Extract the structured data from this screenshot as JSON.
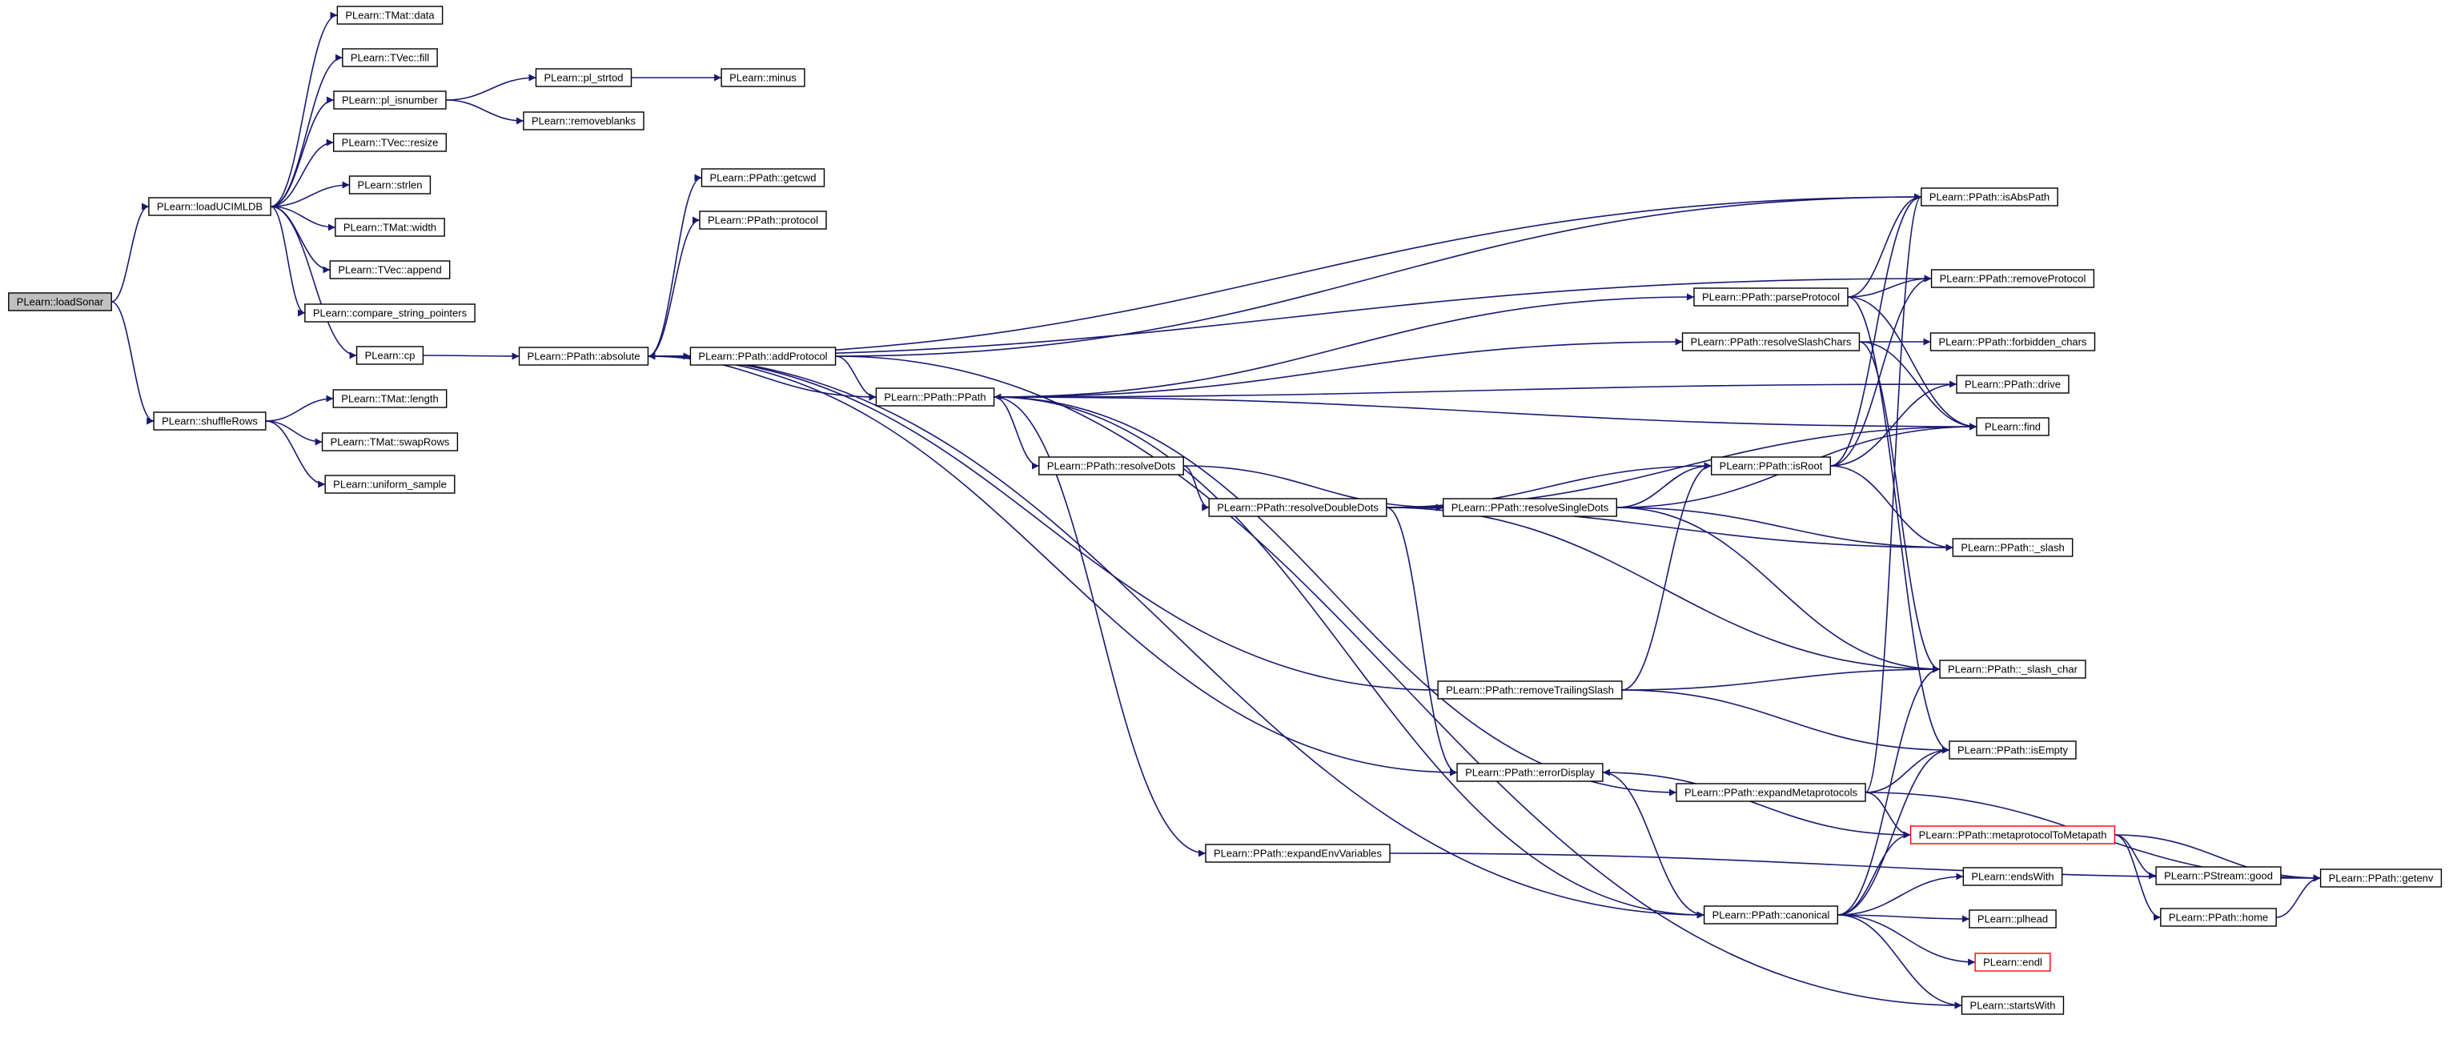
{
  "graph": {
    "colors": {
      "edge": "#191970",
      "node_border": "#000000",
      "root_fill": "#bfbfbf",
      "truncated_border": "#ff0000"
    },
    "nodes": [
      {
        "id": "loadSonar",
        "label": "PLearn::loadSonar",
        "root": true
      },
      {
        "id": "loadUCIMLDB",
        "label": "PLearn::loadUCIMLDB"
      },
      {
        "id": "shuffleRows",
        "label": "PLearn::shuffleRows"
      },
      {
        "id": "TMat_data",
        "label": "PLearn::TMat::data"
      },
      {
        "id": "TVec_fill",
        "label": "PLearn::TVec::fill"
      },
      {
        "id": "pl_isnumber",
        "label": "PLearn::pl_isnumber"
      },
      {
        "id": "TVec_resize",
        "label": "PLearn::TVec::resize"
      },
      {
        "id": "strlen",
        "label": "PLearn::strlen"
      },
      {
        "id": "TMat_width",
        "label": "PLearn::TMat::width"
      },
      {
        "id": "TVec_append",
        "label": "PLearn::TVec::append"
      },
      {
        "id": "compare_string_pointers",
        "label": "PLearn::compare_string_pointers"
      },
      {
        "id": "cp",
        "label": "PLearn::cp"
      },
      {
        "id": "TMat_length",
        "label": "PLearn::TMat::length"
      },
      {
        "id": "TMat_swapRows",
        "label": "PLearn::TMat::swapRows"
      },
      {
        "id": "uniform_sample",
        "label": "PLearn::uniform_sample"
      },
      {
        "id": "pl_strtod",
        "label": "PLearn::pl_strtod"
      },
      {
        "id": "removeblanks",
        "label": "PLearn::removeblanks"
      },
      {
        "id": "minus",
        "label": "PLearn::minus"
      },
      {
        "id": "absolute",
        "label": "PLearn::PPath::absolute"
      },
      {
        "id": "getcwd",
        "label": "PLearn::PPath::getcwd"
      },
      {
        "id": "protocol",
        "label": "PLearn::PPath::protocol"
      },
      {
        "id": "addProtocol",
        "label": "PLearn::PPath::addProtocol"
      },
      {
        "id": "PPath",
        "label": "PLearn::PPath::PPath"
      },
      {
        "id": "resolveDots",
        "label": "PLearn::PPath::resolveDots"
      },
      {
        "id": "resolveDoubleDots",
        "label": "PLearn::PPath::resolveDoubleDots"
      },
      {
        "id": "resolveSingleDots",
        "label": "PLearn::PPath::resolveSingleDots"
      },
      {
        "id": "removeTrailingSlash",
        "label": "PLearn::PPath::removeTrailingSlash"
      },
      {
        "id": "errorDisplay",
        "label": "PLearn::PPath::errorDisplay"
      },
      {
        "id": "expandEnvVariables",
        "label": "PLearn::PPath::expandEnvVariables"
      },
      {
        "id": "parseProtocol",
        "label": "PLearn::PPath::parseProtocol"
      },
      {
        "id": "resolveSlashChars",
        "label": "PLearn::PPath::resolveSlashChars"
      },
      {
        "id": "isRoot",
        "label": "PLearn::PPath::isRoot"
      },
      {
        "id": "expandMetaprotocols",
        "label": "PLearn::PPath::expandMetaprotocols"
      },
      {
        "id": "canonical",
        "label": "PLearn::PPath::canonical"
      },
      {
        "id": "isAbsPath",
        "label": "PLearn::PPath::isAbsPath"
      },
      {
        "id": "removeProtocol",
        "label": "PLearn::PPath::removeProtocol"
      },
      {
        "id": "forbidden_chars",
        "label": "PLearn::PPath::forbidden_chars"
      },
      {
        "id": "drive",
        "label": "PLearn::PPath::drive"
      },
      {
        "id": "find",
        "label": "PLearn::find"
      },
      {
        "id": "_slash",
        "label": "PLearn::PPath::_slash"
      },
      {
        "id": "_slash_char",
        "label": "PLearn::PPath::_slash_char"
      },
      {
        "id": "isEmpty",
        "label": "PLearn::PPath::isEmpty"
      },
      {
        "id": "metaprotocolToMetapath",
        "label": "PLearn::PPath::metaprotocolToMetapath",
        "truncated": true
      },
      {
        "id": "endsWith",
        "label": "PLearn::endsWith"
      },
      {
        "id": "plhead",
        "label": "PLearn::plhead"
      },
      {
        "id": "endl",
        "label": "PLearn::endl",
        "truncated": true
      },
      {
        "id": "startsWith",
        "label": "PLearn::startsWith"
      },
      {
        "id": "PStream_good",
        "label": "PLearn::PStream::good"
      },
      {
        "id": "home",
        "label": "PLearn::PPath::home"
      },
      {
        "id": "getenv",
        "label": "PLearn::PPath::getenv"
      }
    ],
    "edges": [
      [
        "loadSonar",
        "loadUCIMLDB"
      ],
      [
        "loadSonar",
        "shuffleRows"
      ],
      [
        "loadUCIMLDB",
        "TMat_data"
      ],
      [
        "loadUCIMLDB",
        "TVec_fill"
      ],
      [
        "loadUCIMLDB",
        "pl_isnumber"
      ],
      [
        "loadUCIMLDB",
        "TVec_resize"
      ],
      [
        "loadUCIMLDB",
        "strlen"
      ],
      [
        "loadUCIMLDB",
        "TMat_width"
      ],
      [
        "loadUCIMLDB",
        "TVec_append"
      ],
      [
        "loadUCIMLDB",
        "compare_string_pointers"
      ],
      [
        "loadUCIMLDB",
        "cp"
      ],
      [
        "pl_isnumber",
        "pl_strtod"
      ],
      [
        "pl_isnumber",
        "removeblanks"
      ],
      [
        "pl_strtod",
        "minus"
      ],
      [
        "shuffleRows",
        "TMat_length"
      ],
      [
        "shuffleRows",
        "TMat_swapRows"
      ],
      [
        "shuffleRows",
        "uniform_sample"
      ],
      [
        "cp",
        "absolute"
      ],
      [
        "absolute",
        "getcwd"
      ],
      [
        "absolute",
        "protocol"
      ],
      [
        "absolute",
        "addProtocol"
      ],
      [
        "absolute",
        "PPath"
      ],
      [
        "absolute",
        "isAbsPath"
      ],
      [
        "absolute",
        "removeProtocol"
      ],
      [
        "absolute",
        "errorDisplay"
      ],
      [
        "addProtocol",
        "PPath"
      ],
      [
        "addProtocol",
        "isAbsPath"
      ],
      [
        "addProtocol",
        "startsWith"
      ],
      [
        "PPath",
        "resolveDots"
      ],
      [
        "PPath",
        "parseProtocol"
      ],
      [
        "PPath",
        "resolveSlashChars"
      ],
      [
        "PPath",
        "expandMetaprotocols"
      ],
      [
        "PPath",
        "expandEnvVariables"
      ],
      [
        "PPath",
        "canonical"
      ],
      [
        "PPath",
        "find"
      ],
      [
        "drive",
        "PPath"
      ],
      [
        "resolveDots",
        "resolveDoubleDots"
      ],
      [
        "resolveDots",
        "resolveSingleDots"
      ],
      [
        "resolveDoubleDots",
        "resolveSingleDots"
      ],
      [
        "resolveDoubleDots",
        "isRoot"
      ],
      [
        "resolveDoubleDots",
        "_slash"
      ],
      [
        "resolveDoubleDots",
        "_slash_char"
      ],
      [
        "resolveDoubleDots",
        "errorDisplay"
      ],
      [
        "resolveDoubleDots",
        "find"
      ],
      [
        "resolveSingleDots",
        "isRoot"
      ],
      [
        "resolveSingleDots",
        "_slash"
      ],
      [
        "resolveSingleDots",
        "_slash_char"
      ],
      [
        "resolveSingleDots",
        "find"
      ],
      [
        "parseProtocol",
        "isAbsPath"
      ],
      [
        "parseProtocol",
        "removeProtocol"
      ],
      [
        "parseProtocol",
        "find"
      ],
      [
        "parseProtocol",
        "isEmpty"
      ],
      [
        "resolveSlashChars",
        "forbidden_chars"
      ],
      [
        "resolveSlashChars",
        "find"
      ],
      [
        "resolveSlashChars",
        "_slash_char"
      ],
      [
        "isRoot",
        "isAbsPath"
      ],
      [
        "isRoot",
        "removeProtocol"
      ],
      [
        "isRoot",
        "drive"
      ],
      [
        "isRoot",
        "_slash"
      ],
      [
        "removeTrailingSlash",
        "absolute"
      ],
      [
        "removeTrailingSlash",
        "isRoot"
      ],
      [
        "removeTrailingSlash",
        "_slash_char"
      ],
      [
        "removeTrailingSlash",
        "isEmpty"
      ],
      [
        "errorDisplay",
        "canonical"
      ],
      [
        "expandMetaprotocols",
        "isAbsPath"
      ],
      [
        "expandMetaprotocols",
        "isEmpty"
      ],
      [
        "expandMetaprotocols",
        "metaprotocolToMetapath"
      ],
      [
        "expandMetaprotocols",
        "getenv"
      ],
      [
        "expandEnvVariables",
        "getenv"
      ],
      [
        "canonical",
        "absolute"
      ],
      [
        "canonical",
        "_slash_char"
      ],
      [
        "canonical",
        "isEmpty"
      ],
      [
        "canonical",
        "metaprotocolToMetapath"
      ],
      [
        "canonical",
        "endsWith"
      ],
      [
        "canonical",
        "plhead"
      ],
      [
        "canonical",
        "endl"
      ],
      [
        "canonical",
        "startsWith"
      ],
      [
        "metaprotocolToMetapath",
        "errorDisplay"
      ],
      [
        "metaprotocolToMetapath",
        "PStream_good"
      ],
      [
        "metaprotocolToMetapath",
        "home"
      ],
      [
        "metaprotocolToMetapath",
        "getenv"
      ],
      [
        "home",
        "getenv"
      ]
    ]
  }
}
